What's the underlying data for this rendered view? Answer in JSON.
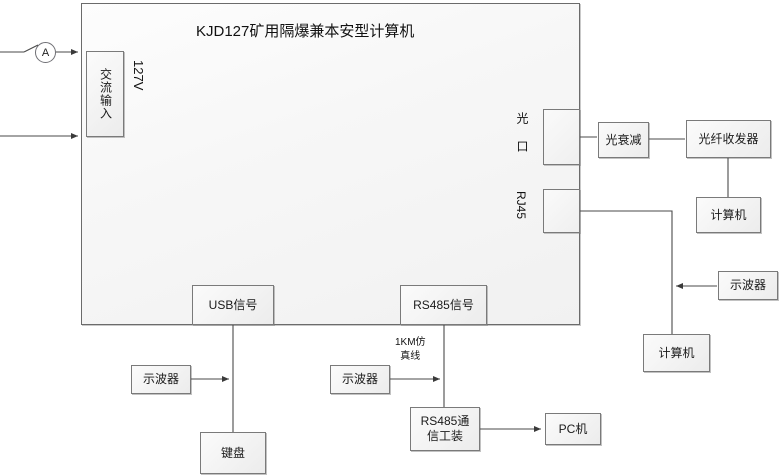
{
  "diagram": {
    "title": "KJD127矿用隔爆兼本安型计算机",
    "main_unit": {
      "title": "KJD127矿用隔爆兼本安型计算机",
      "power_input_box": "交流输入",
      "voltage_label": "127V",
      "ammeter_symbol": "A",
      "ports": {
        "optical": "光 口",
        "rj45": "RJ45"
      },
      "signal_boxes": {
        "usb": "USB信号",
        "rs485": "RS485信号"
      }
    },
    "external_blocks": [
      {
        "id": "optical-attenuator",
        "label": "光衰减"
      },
      {
        "id": "fiber-transceiver",
        "label": "光纤收发器"
      },
      {
        "id": "computer-fiber",
        "label": "计算机"
      },
      {
        "id": "oscilloscope-rj45",
        "label": "示波器"
      },
      {
        "id": "computer-rj45",
        "label": "计算机"
      },
      {
        "id": "oscilloscope-usb",
        "label": "示波器"
      },
      {
        "id": "keyboard",
        "label": "键盘"
      },
      {
        "id": "oscilloscope-rs485",
        "label": "示波器"
      },
      {
        "id": "rs485-fixture",
        "label": "RS485通\n信工装"
      },
      {
        "id": "pc",
        "label": "PC机"
      }
    ],
    "annotations": {
      "cable_length": "1KM仿\n真线"
    },
    "colors": {
      "background": "#ffffff",
      "box_border": "#7a7a7a",
      "box_fill": "#f4f4f4",
      "wire": "#404040",
      "text": "#111111"
    }
  }
}
